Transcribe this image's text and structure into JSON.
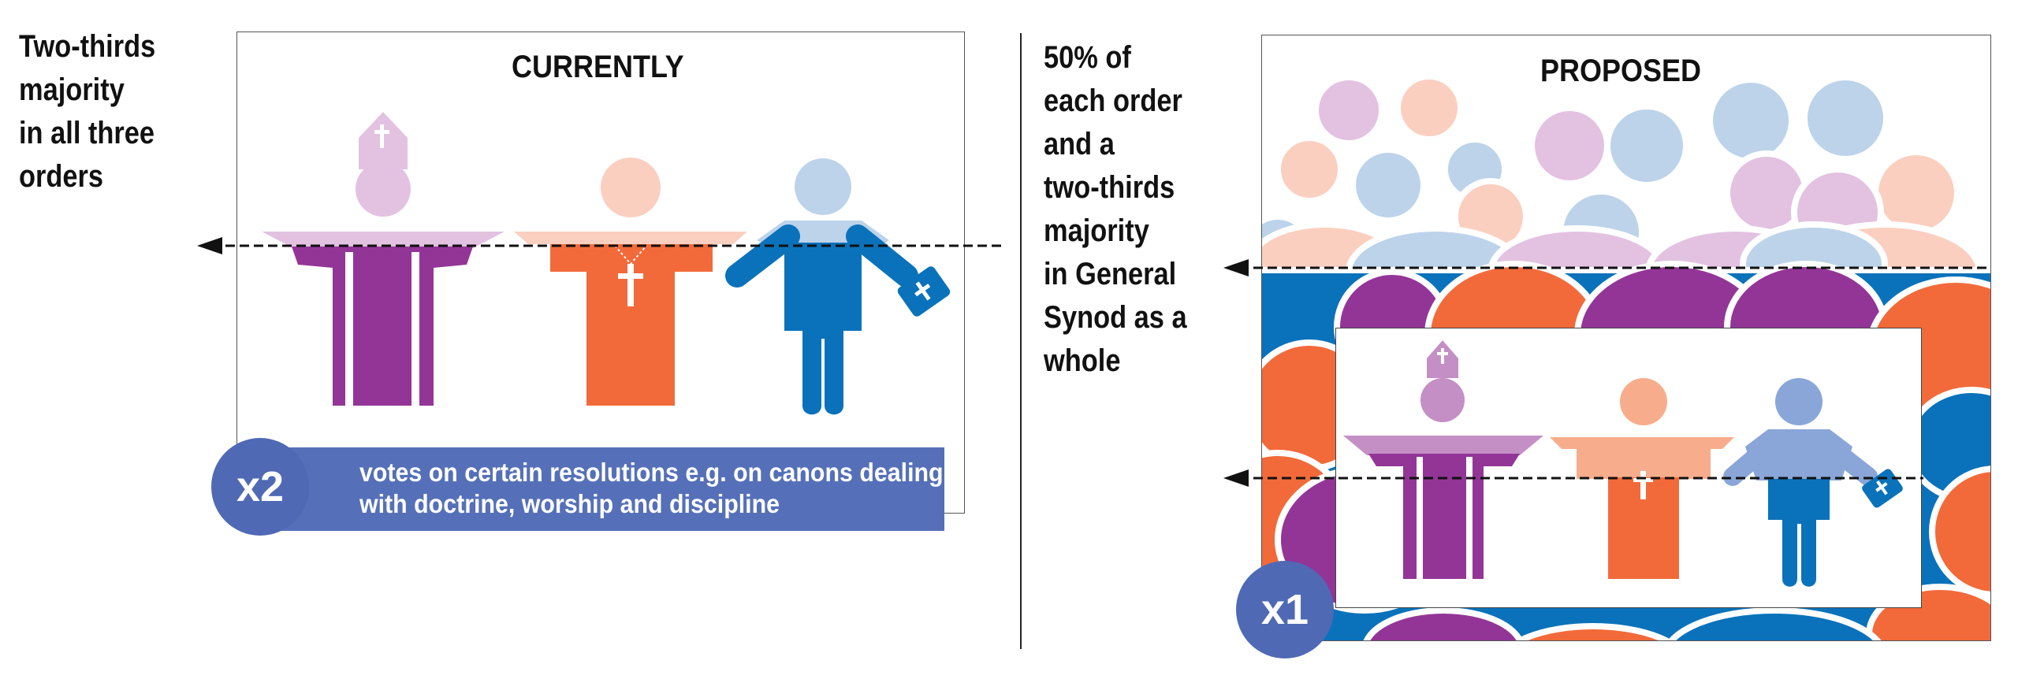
{
  "left": {
    "requirement": "Two-thirds\nmajority\nin all three\norders",
    "panel_title": "CURRENTLY",
    "badge": "x2",
    "banner_line1": "votes on certain resolutions e.g. on canons dealing",
    "banner_line2": "with doctrine, worship and discipline"
  },
  "right": {
    "requirement": "50% of\neach order\nand a\ntwo-thirds\nmajority\nin General\nSynod as a\nwhole",
    "panel_title": "PROPOSED",
    "badge": "x1"
  },
  "figures": [
    "bishop",
    "clergy",
    "laity"
  ],
  "colors": {
    "bishop": "#933597",
    "bishop_light": "#e3c2e1",
    "clergy": "#f26a3a",
    "clergy_light": "#fbcfc0",
    "laity": "#0a72ba",
    "laity_light": "#bcd3ea",
    "badge": "#4f69b5",
    "banner": "#5570b8"
  }
}
